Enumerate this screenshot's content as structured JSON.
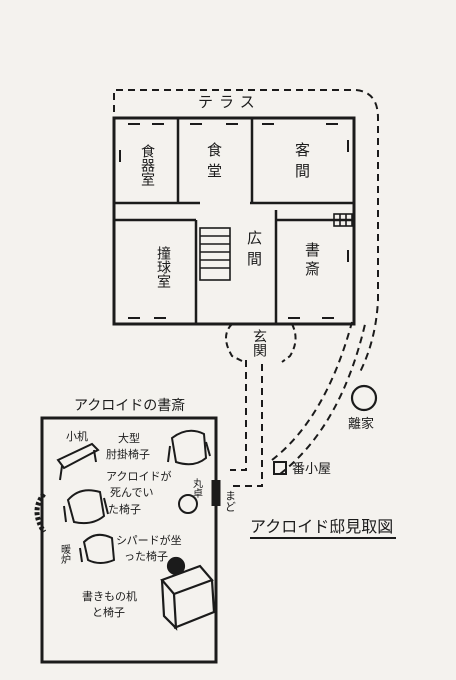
{
  "colors": {
    "ink": "#1b1b1b",
    "paper": "#f4f2ee"
  },
  "rooms": {
    "terrace": "テラス",
    "pantry": "食器室",
    "dining": "食堂",
    "drawing_room": "客間",
    "hall": "広間",
    "billiard": "撞球室",
    "study": "書斎",
    "entrance": "玄関"
  },
  "outside": {
    "annex": "離家",
    "lodge": "番小屋",
    "window": "まど"
  },
  "map_title": "アクロイド邸見取図",
  "study_inset": {
    "title": "アクロイドの書斎",
    "small_desk": "小机",
    "big_armchair": [
      "大型",
      "肘掛椅子"
    ],
    "death_chair": [
      "アクロイドが",
      "死んでい",
      "た椅子"
    ],
    "round_table": "丸卓",
    "fireplace": "暖炉",
    "sheppard_chair": [
      "シパードが坐",
      "った椅子"
    ],
    "writing_desk": [
      "書きもの机",
      "と椅子"
    ]
  },
  "icons": [
    "armchair-icon",
    "round-table-icon",
    "writing-desk-icon",
    "fireplace-icon",
    "stairs-icon",
    "small-desk-icon"
  ]
}
